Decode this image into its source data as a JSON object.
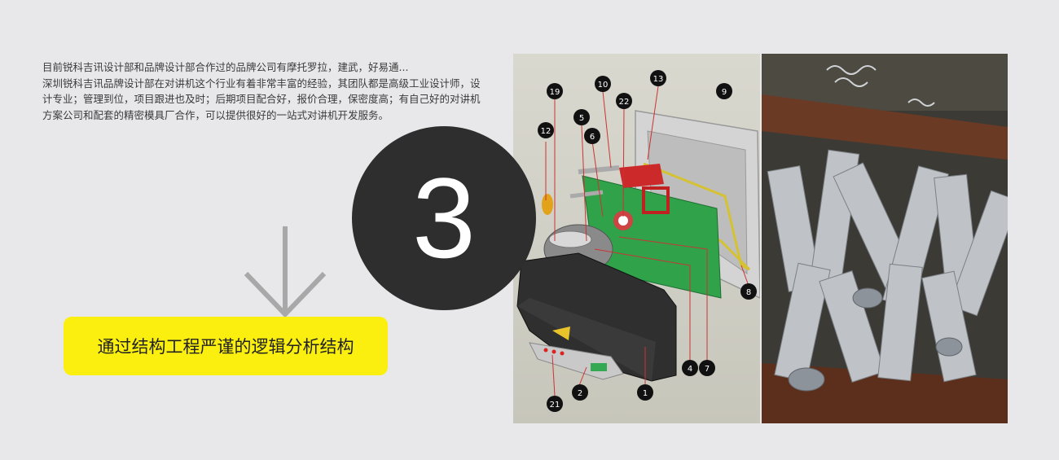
{
  "intro": {
    "line1": "目前锐科吉讯设计部和品牌设计部合作过的品牌公司有摩托罗拉，建武，好易通...",
    "line2": "深圳锐科吉讯品牌设计部在对讲机这个行业有着非常丰富的经验，其团队都是高级工业设计师，设计专业；管理到位，项目跟进也及时；后期项目配合好，报价合理，保密度高；有自己好的对讲机方案公司和配套的精密模具厂合作，可以提供很好的一站式对讲机开发服务。"
  },
  "step_number": "3",
  "highlight_label": "通过结构工程严谨的逻辑分析结构",
  "callouts": [
    "19",
    "10",
    "13",
    "9",
    "22",
    "12",
    "5",
    "6",
    "8",
    "4",
    "7",
    "1",
    "2",
    "21"
  ],
  "colors": {
    "highlight": "#fbef0f",
    "circle": "#2e2e2e",
    "arrow": "#a8a8a8"
  }
}
